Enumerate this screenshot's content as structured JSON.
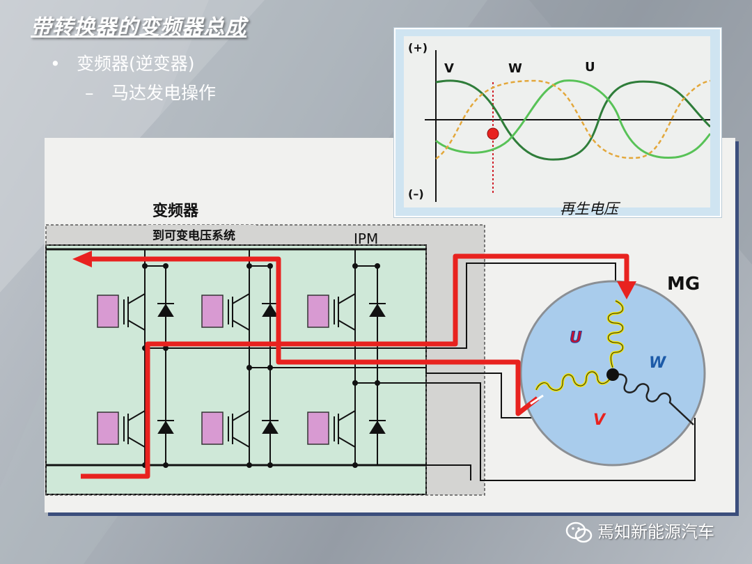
{
  "slide": {
    "title": "带转换器的变频器总成",
    "bullet_level1": "变频器(逆变器)",
    "bullet_level2": "马达发电操作",
    "bullet_marker": "•",
    "dash_marker": "–"
  },
  "waveform": {
    "plus_label": "(+)",
    "minus_label": "(–)",
    "phase_v": "V",
    "phase_w": "W",
    "phase_u": "U",
    "caption": "再生电压"
  },
  "circuit": {
    "inverter_label": "变频器",
    "to_system_label": "到可变电压系统",
    "ipm_label": "IPM",
    "mg_label": "MG",
    "coil_u": "U",
    "coil_v": "V",
    "coil_w": "W"
  },
  "watermark": {
    "text": "焉知新能源汽车"
  },
  "colors": {
    "current_path": "#e8221f",
    "ipm_fill": "#cfe8d8",
    "motor_fill": "#a9ccec",
    "coil": "#f2e600",
    "igbt": "#d89ad2",
    "wave_dark": "#2f7d3a",
    "wave_light": "#58c257",
    "wave_dashed": "#e3a73a",
    "frame_shadow": "#3b4e7c"
  },
  "icons": [
    "wechat-icon"
  ]
}
